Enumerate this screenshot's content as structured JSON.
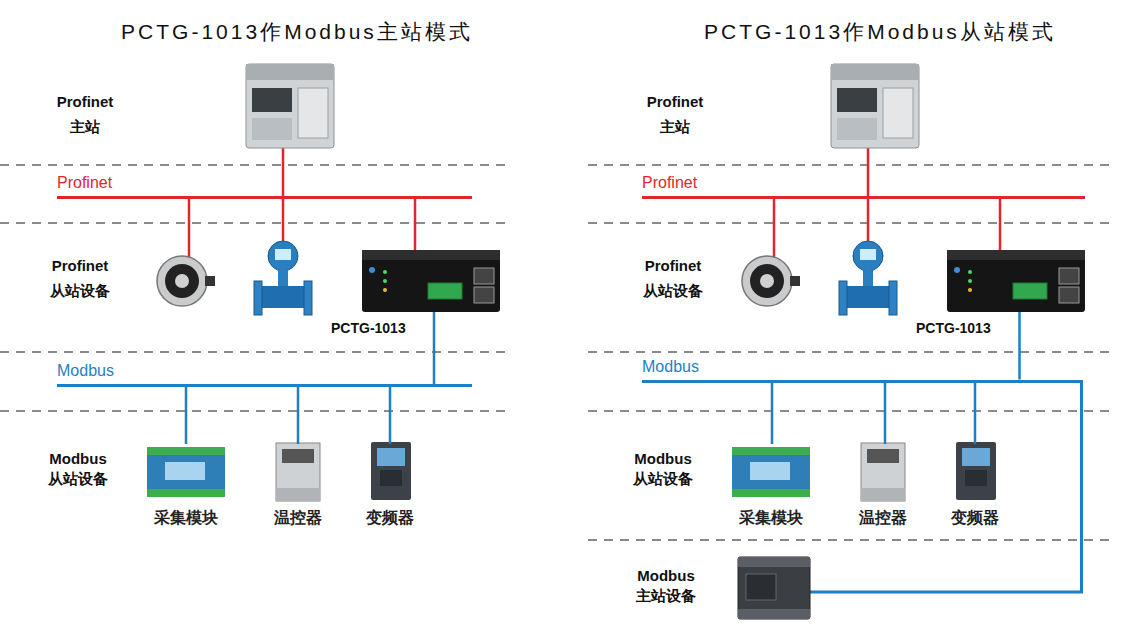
{
  "diagram": {
    "nodes": [
      {
        "text": [
          "Profinet"
        ]
      },
      {
        "text": [
          "PCTG-1013"
        ]
      },
      {
        "text": [
          "Modbus"
        ]
      },
      {
        "text": [
          "采集模块"
        ]
      },
      {
        "text": [
          "温控器"
        ]
      },
      {
        "text": [
          "变频器"
        ]
      },
      {
        "text": [
          "Profinet"
        ]
      },
      {
        "text": [
          "PCTG-1013"
        ]
      },
      {
        "text": [
          "Modbus"
        ]
      },
      {
        "text": [
          "采集模块"
        ]
      },
      {
        "text": [
          "温控器"
        ]
      },
      {
        "text": [
          "变频器"
        ]
      }
    ],
    "edges": [
      {
        "from": 0,
        "to": 1,
        "arrow": "none"
      },
      {
        "from": 1,
        "to": 2,
        "arrow": "none"
      },
      {
        "from": 2,
        "to": 3,
        "arrow": "none"
      },
      {
        "from": 2,
        "to": 4,
        "arrow": "none"
      },
      {
        "from": 2,
        "to": 5,
        "arrow": "none"
      },
      {
        "from": 6,
        "to": 7,
        "arrow": "none"
      },
      {
        "from": 7,
        "to": 8,
        "arrow": "none"
      },
      {
        "from": 8,
        "to": 9,
        "arrow": "none"
      },
      {
        "from": 8,
        "to": 10,
        "arrow": "none"
      },
      {
        "from": 8,
        "to": 11,
        "arrow": "none"
      }
    ],
    "labels": [
      "PCTG-1013作Modbus主站模式",
      "Profinet 主站",
      "Profinet 从站设备",
      "Modbus 从站设备",
      "PCTG-1013作Modbus从站模式",
      "Profinet 主站",
      "Profinet 从站设备",
      "Modbus 从站设备",
      "Modbus 主站设备"
    ]
  }
}
